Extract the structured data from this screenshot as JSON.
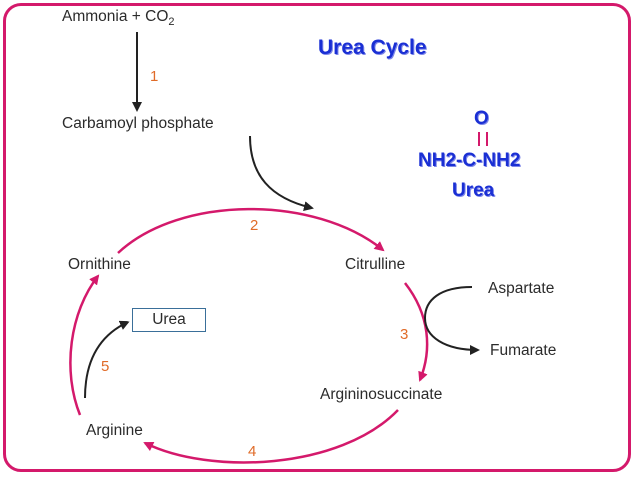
{
  "diagram": {
    "title": "Urea Cycle",
    "formula": {
      "top_atom": "O",
      "middle": "NH2-C-NH2",
      "name": "Urea"
    },
    "nodes": {
      "start": "Ammonia + CO",
      "start_subscript": "2",
      "carbamoyl": "Carbamoyl phosphate",
      "ornithine": "Ornithine",
      "citrulline": "Citrulline",
      "argininosuccinate": "Argininosuccinate",
      "arginine": "Arginine",
      "aspartate": "Aspartate",
      "fumarate": "Fumarate",
      "urea_product": "Urea"
    },
    "steps": [
      "1",
      "2",
      "3",
      "4",
      "5"
    ],
    "colors": {
      "cycle_arrows": "#d4196b",
      "side_arrows": "#222222",
      "step_numbers": "#e06b28",
      "title_text": "#1a2fd4"
    }
  }
}
